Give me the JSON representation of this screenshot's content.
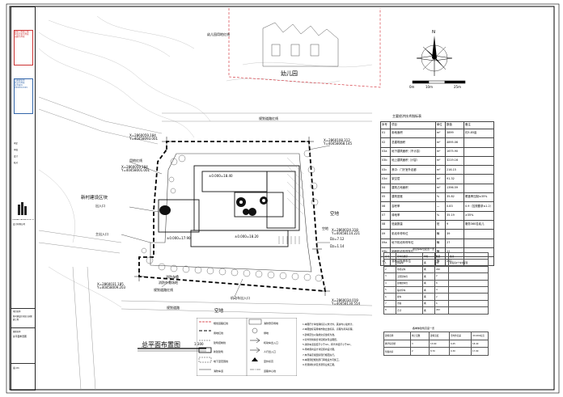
{
  "title_block": {
    "stamp_top": [
      "建筑工程施工图",
      "审查合格专用章",
      "出图专用章"
    ],
    "stamp_2": [
      "注册建筑师",
      "执业专用章",
      "证书编号"
    ],
    "stamp_2_code": "2002012345",
    "company_en": "XINGHAI TIAN ARCHITECTURAL DESIGN CO.,LTD",
    "company_cn": "设计有限公司",
    "roles": [
      "审定",
      "审核",
      "设计",
      "校对"
    ],
    "project_label": "项目名称",
    "project": "新村建设区块幼儿园新建工程",
    "drawing_label": "图纸名称",
    "drawing": "总平面布置图",
    "sheet_no": "总-01"
  },
  "labels": {
    "kindergarten": "幼儿园",
    "kg_redline": "幼儿园用地红线",
    "block": "新村建设区块",
    "south_road": "规划道路",
    "vacant": "空地",
    "vacant2": "空地",
    "vacant3": "空地",
    "plan_title": "总平面布置图",
    "plan_scale": "1:300",
    "north": "N",
    "scale_marks": [
      "0m",
      "10m",
      "25m"
    ],
    "redline_n": "规划道路红线",
    "redline_w": "用地红线",
    "entrance": "出入口",
    "main_entrance": "主出入口",
    "parking_in": "机动车出入口",
    "south_redline": "规划道路红线",
    "fire_lane": "消防车道",
    "fire_site": "消防扑救场地"
  },
  "coords": {
    "c1": "X=2860059.184",
    "c1y": "Y=40458093.001",
    "c2": "X=2860059.184",
    "c2y": "Y=40458001.001",
    "c3": "X=2860108.312",
    "c3y": "Y=40458068.145",
    "c4": "X=2860031.185",
    "c4y": "Y=40458009.203",
    "c5": "X=2860024.318",
    "c5y": "Y=40458114.221",
    "c6": "X=2860034.019",
    "c6y": "Y=40458130.554",
    "dist1": "Dz=7.12",
    "dist2": "Dz=1.14",
    "elev1": "±0.000=18.40",
    "elev2": "±0.000=17.90",
    "elev3": "±0.000=18.20"
  },
  "econ_table": {
    "title": "主要经济技术指标表",
    "header": [
      "序号",
      "项目",
      "单位",
      "数值",
      "备注"
    ],
    "rows": [
      [
        "01",
        "用地面积",
        "m²",
        "3899",
        "约5.85亩"
      ],
      [
        "02",
        "总建筑面积",
        "m²",
        "4895.06",
        ""
      ],
      [
        "03a",
        "地下建筑面积（不计容）",
        "m²",
        "1675.90",
        ""
      ],
      [
        "03b",
        "地上建筑面积（计容）",
        "m²",
        "3219.16",
        ""
      ],
      [
        "03c",
        "其中：门厅室外走廊",
        "m²",
        "216.15",
        ""
      ],
      [
        "03d",
        "架空层",
        "m²",
        "91.32",
        ""
      ],
      [
        "04",
        "建筑占地面积",
        "m²",
        "1396.59",
        ""
      ],
      [
        "05",
        "建筑密度",
        "%",
        "35.82",
        "覆盖率控制≤35%"
      ],
      [
        "06",
        "容积率",
        "—",
        "0.83",
        "0.9（控规要求≤1.2）"
      ],
      [
        "07",
        "绿地率",
        "%",
        "35.19",
        "≥35%"
      ],
      [
        "08",
        "班级数量",
        "班",
        "9",
        "服务360名幼儿"
      ],
      [
        "09",
        "机动车停车位",
        "辆",
        "39",
        ""
      ],
      [
        "09a",
        "地下机动车停车位",
        "辆",
        "27",
        ""
      ],
      [
        "09b",
        "地面机动车停车位",
        "辆",
        "12",
        ""
      ],
      [
        "10",
        "非机动车停车位",
        "辆",
        "200",
        ""
      ]
    ]
  },
  "parking_table": {
    "title": "项目停车位配置一览",
    "header": [
      "序号",
      "停车位类型",
      "单位",
      "数量",
      "备注"
    ],
    "rows": [
      [
        "1",
        "机动车",
        "辆",
        "39",
        "按每班2个车位配置"
      ],
      [
        "2",
        "非机动车",
        "辆",
        "200",
        ""
      ],
      [
        "3",
        "无障碍车位",
        "辆",
        "2",
        ""
      ],
      [
        "4",
        "充电桩车位",
        "辆",
        "8",
        ""
      ],
      [
        "5",
        "临时停车",
        "辆",
        "4",
        ""
      ],
      [
        "6",
        "校车",
        "辆",
        "2",
        ""
      ],
      [
        "7",
        "访客",
        "辆",
        "6",
        ""
      ],
      [
        "8",
        "合计",
        "辆",
        "263",
        ""
      ]
    ]
  },
  "elev_table": {
    "title": "各单体建筑高度一览",
    "header": [
      "建筑名称",
      "地上层数",
      "建筑高度",
      "室内外高差",
      "±0.000标高"
    ],
    "rows": [
      [
        "教学综合楼",
        "3",
        "13.60",
        "0.45",
        "18.40"
      ],
      [
        "附属用房",
        "2",
        "8.70",
        "0.30",
        "17.90"
      ]
    ]
  },
  "legend": {
    "items": [
      "规划道路红线",
      "用地红线",
      "建筑控制线",
      "新建建筑",
      "地下室范围线",
      "消防车道",
      "消防登高场地",
      "绿地",
      "机动车出入口",
      "人行出入口",
      "室外标高",
      "道路中心线"
    ]
  },
  "notes": {
    "lines": [
      "1.本图尺寸单位除标高以米计外，其余均以毫米计。",
      "2.本图坐标采用城市独立坐标系，高程为黄海高程。",
      "3.建筑定位以轴线交点坐标为准。",
      "4.室外管线综合详见相关专业图纸。",
      "5.消防车道宽度不小于4m，转弯半径不小于9m。",
      "6.场地竖向设计详见竖向设计图。",
      "7.未尽事宜按国家现行规范执行。",
      "8.本图须经规划部门审批后方可施工。",
      "9.景观绿化详见景观专业施工图。"
    ]
  }
}
